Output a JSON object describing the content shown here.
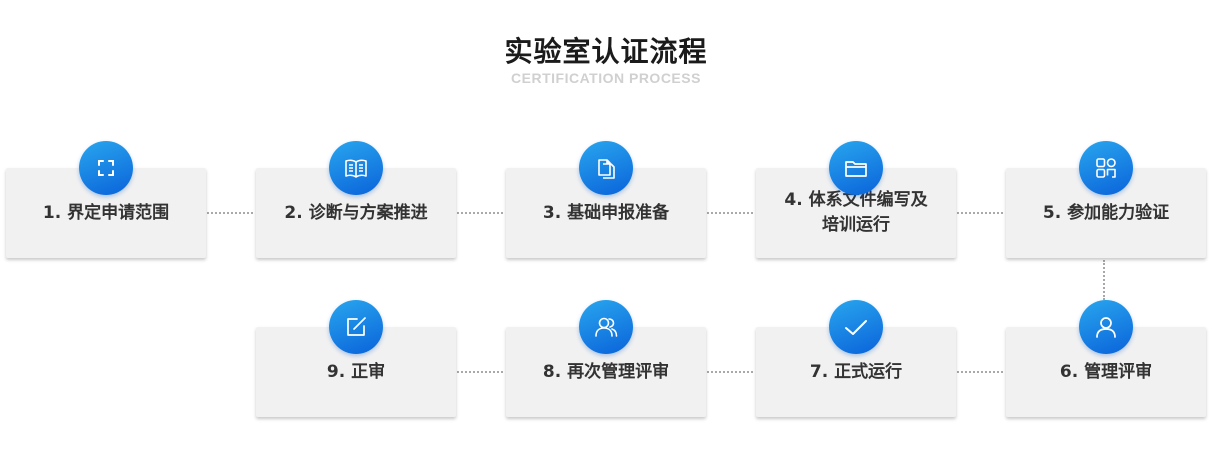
{
  "header": {
    "title": "实验室认证流程",
    "subtitle": "CERTIFICATION PROCESS"
  },
  "steps": [
    {
      "label": "1. 界定申请范围",
      "icon": "scan-frame-icon"
    },
    {
      "label": "2. 诊断与方案推进",
      "icon": "book-icon"
    },
    {
      "label": "3. 基础申报准备",
      "icon": "documents-icon"
    },
    {
      "label": "4. 体系文件编写及培训运行",
      "icon": "folder-icon"
    },
    {
      "label": "5. 参加能力验证",
      "icon": "apps-grid-icon"
    },
    {
      "label": "6. 管理评审",
      "icon": "user-icon"
    },
    {
      "label": "7. 正式运行",
      "icon": "checkmark-icon"
    },
    {
      "label": "8. 再次管理评审",
      "icon": "users-icon"
    },
    {
      "label": "9. 正审",
      "icon": "edit-icon"
    }
  ],
  "colors": {
    "icon_gradient_start": "#29a6ee",
    "icon_gradient_end": "#0a63da",
    "card_background": "#f1f1f1",
    "connector": "#a9a9a9"
  }
}
